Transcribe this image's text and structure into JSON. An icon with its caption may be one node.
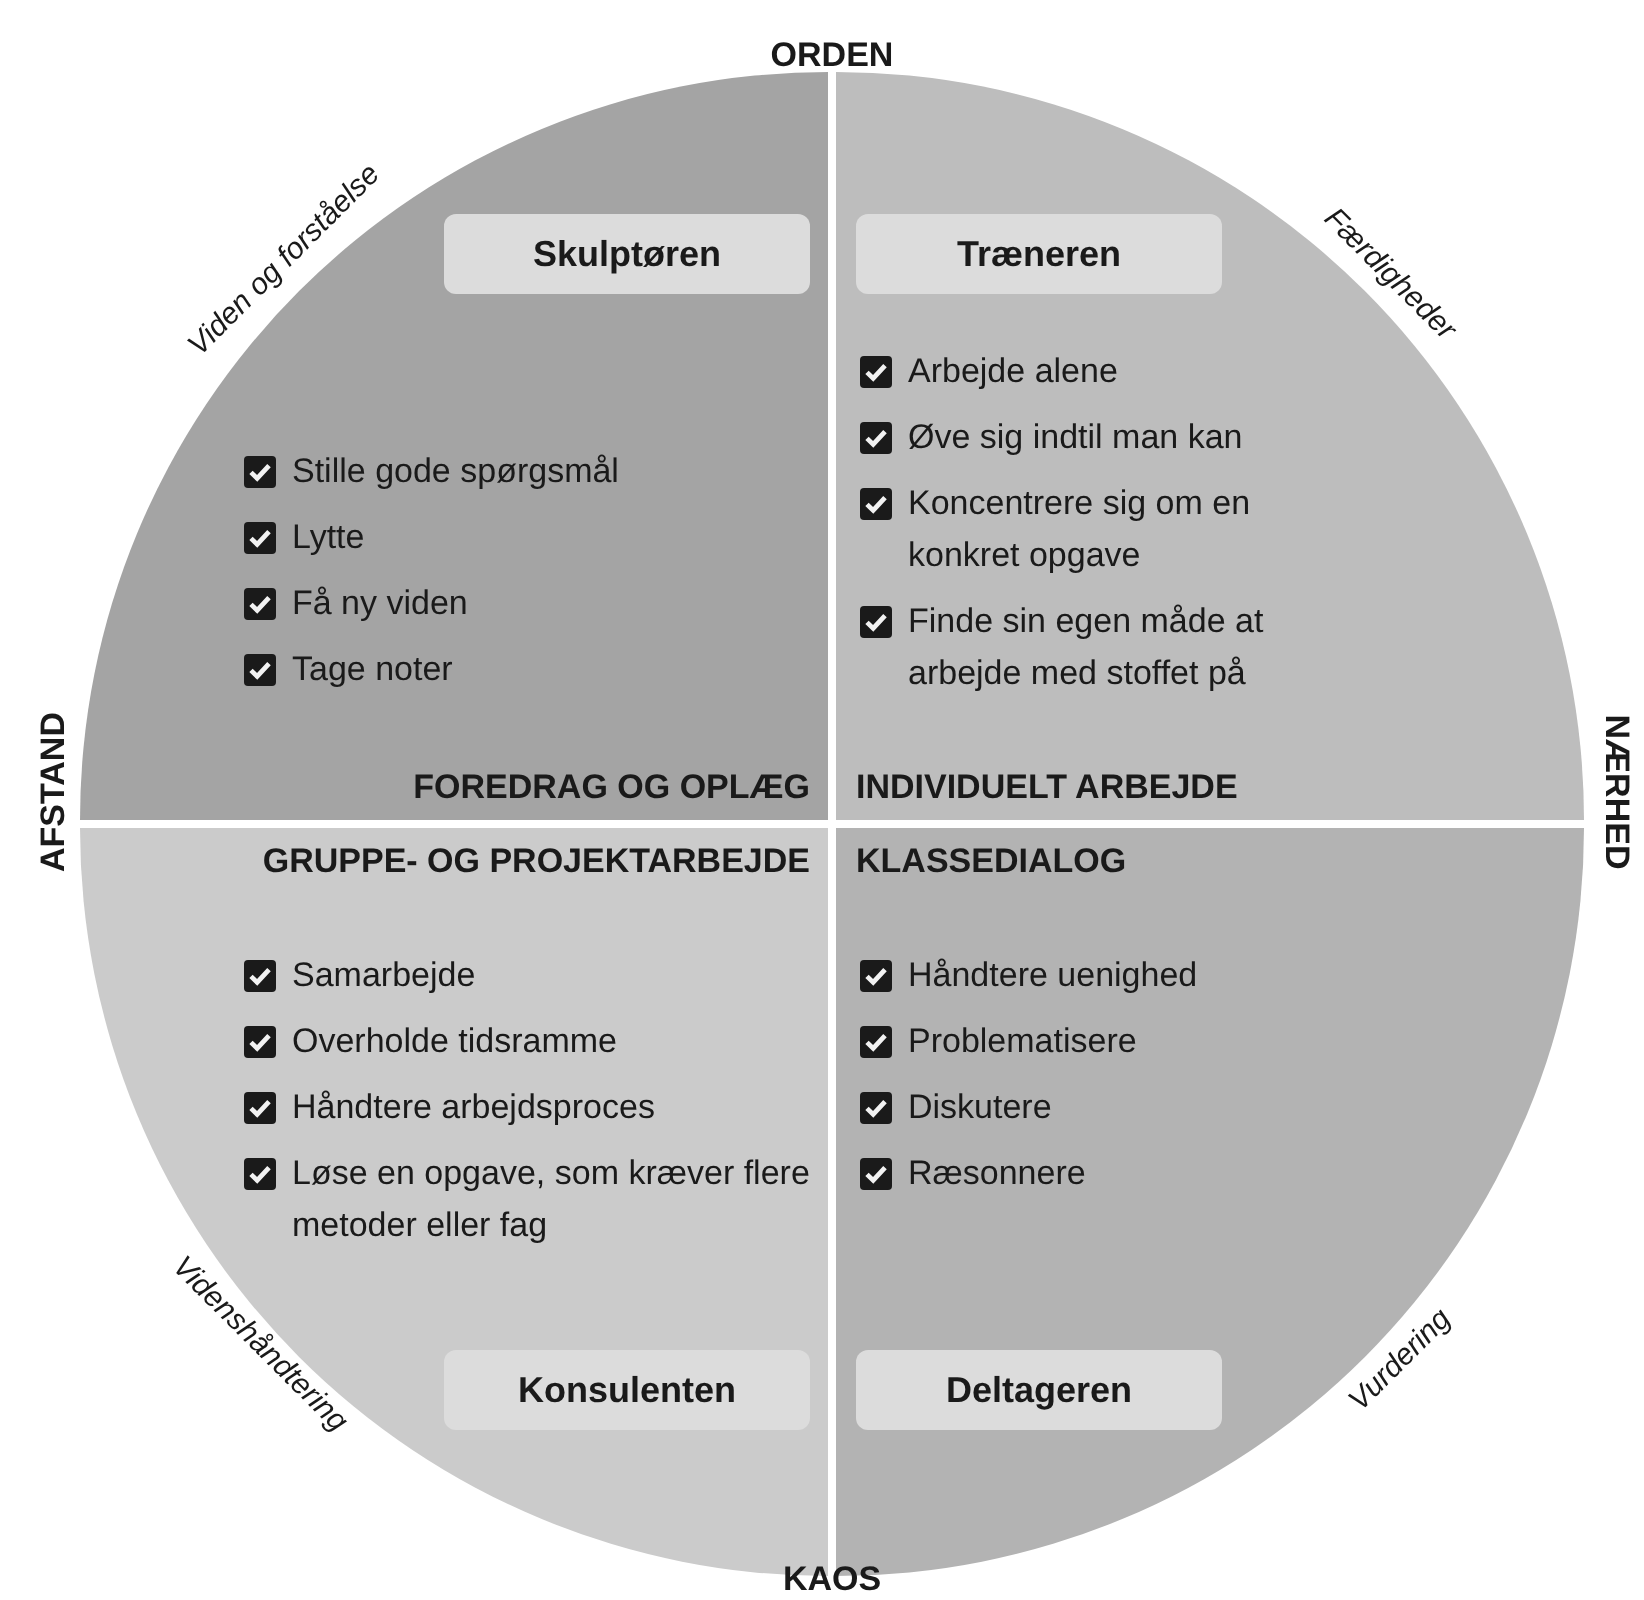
{
  "diagram": {
    "nodes": [
      {
        "text": [
          "Viden og forståelse",
          "Stille gode spørgsmål",
          "Lytte",
          "Få ny viden",
          "Tage noter",
          "FOREDRAG OG OPLÆG"
        ]
      },
      {
        "text": [
          "Skulptøren"
        ],
        "in": 0
      },
      {
        "text": [
          "Færdigheder",
          "Arbejde alene",
          "Øve sig indtil man kan",
          "Koncentrere sig om en konkret opgave",
          "Finde sin egen måde at arbejde med stoffet på",
          "INDIVIDUELT ARBEJDE"
        ]
      },
      {
        "text": [
          "Træneren"
        ],
        "in": 2
      },
      {
        "text": [
          "GRUPPE- OG PROJEKTARBEJDE",
          "Samarbejde",
          "Overholde tidsramme",
          "Håndtere arbejdsproces",
          "Løse en opgave, som kræver flere metoder eller fag",
          "Videnshåndtering"
        ]
      },
      {
        "text": [
          "Konsulenten"
        ],
        "in": 4
      },
      {
        "text": [
          "KLASSEDIALOG",
          "Håndtere uenighed",
          "Problematisere",
          "Diskutere",
          "Ræsonnere",
          "Vurdering"
        ]
      },
      {
        "text": [
          "Deltageren"
        ],
        "in": 6
      }
    ],
    "labels": [
      "ORDEN",
      "AFSTAND",
      "NÆRHED",
      "KAOS"
    ]
  }
}
